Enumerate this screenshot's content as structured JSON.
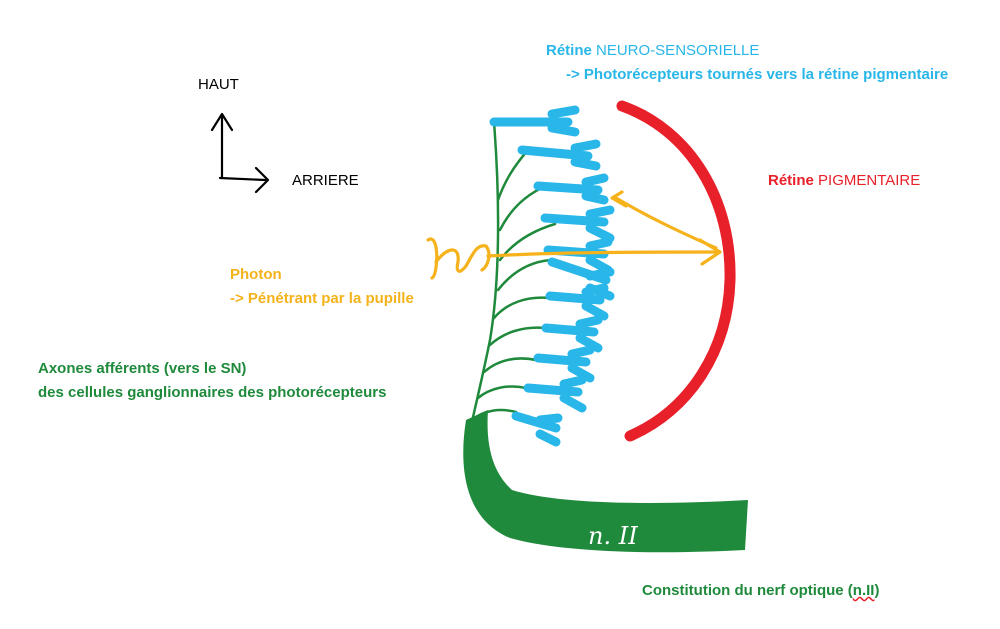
{
  "orientation": {
    "up_label": "HAUT",
    "back_label": "ARRIERE"
  },
  "neuro_retina": {
    "title_prefix": "Rétine ",
    "title_main": "NEURO-SENSORIELLE",
    "subtitle": "-> Photorécepteurs tournés vers la rétine pigmentaire"
  },
  "pigment_retina": {
    "title_prefix": "Rétine ",
    "title_main": "PIGMENTAIRE"
  },
  "photon": {
    "title": "Photon",
    "subtitle": "-> Pénétrant par la pupille",
    "symbol": "hν"
  },
  "axons": {
    "line1": "Axones afférents (vers le SN)",
    "line2": "des cellules ganglionnaires des photorécepteurs"
  },
  "optic_nerve": {
    "label_prefix": "Constitution du nerf optique (",
    "label_abbrev": "n.II",
    "label_suffix": ")",
    "handwritten_label": "n. II"
  },
  "colors": {
    "neuro": "#29b6e8",
    "pigment": "#e8202a",
    "photon": "#f5b21b",
    "axon": "#1f8a3b",
    "text": "#000000"
  }
}
